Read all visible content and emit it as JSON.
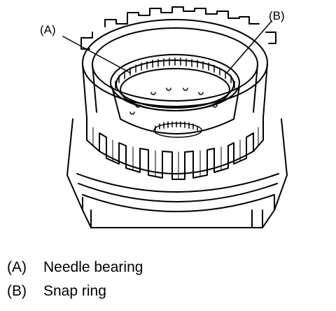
{
  "figure": {
    "callouts": [
      {
        "id": "A",
        "label": "(A)"
      },
      {
        "id": "B",
        "label": "(B)"
      }
    ]
  },
  "legend": [
    {
      "key": "(A)",
      "text": "Needle bearing"
    },
    {
      "key": "(B)",
      "text": "Snap ring"
    }
  ],
  "colors": {
    "line": "#000000",
    "shade": "#d2d2d2",
    "background": "#ffffff"
  }
}
